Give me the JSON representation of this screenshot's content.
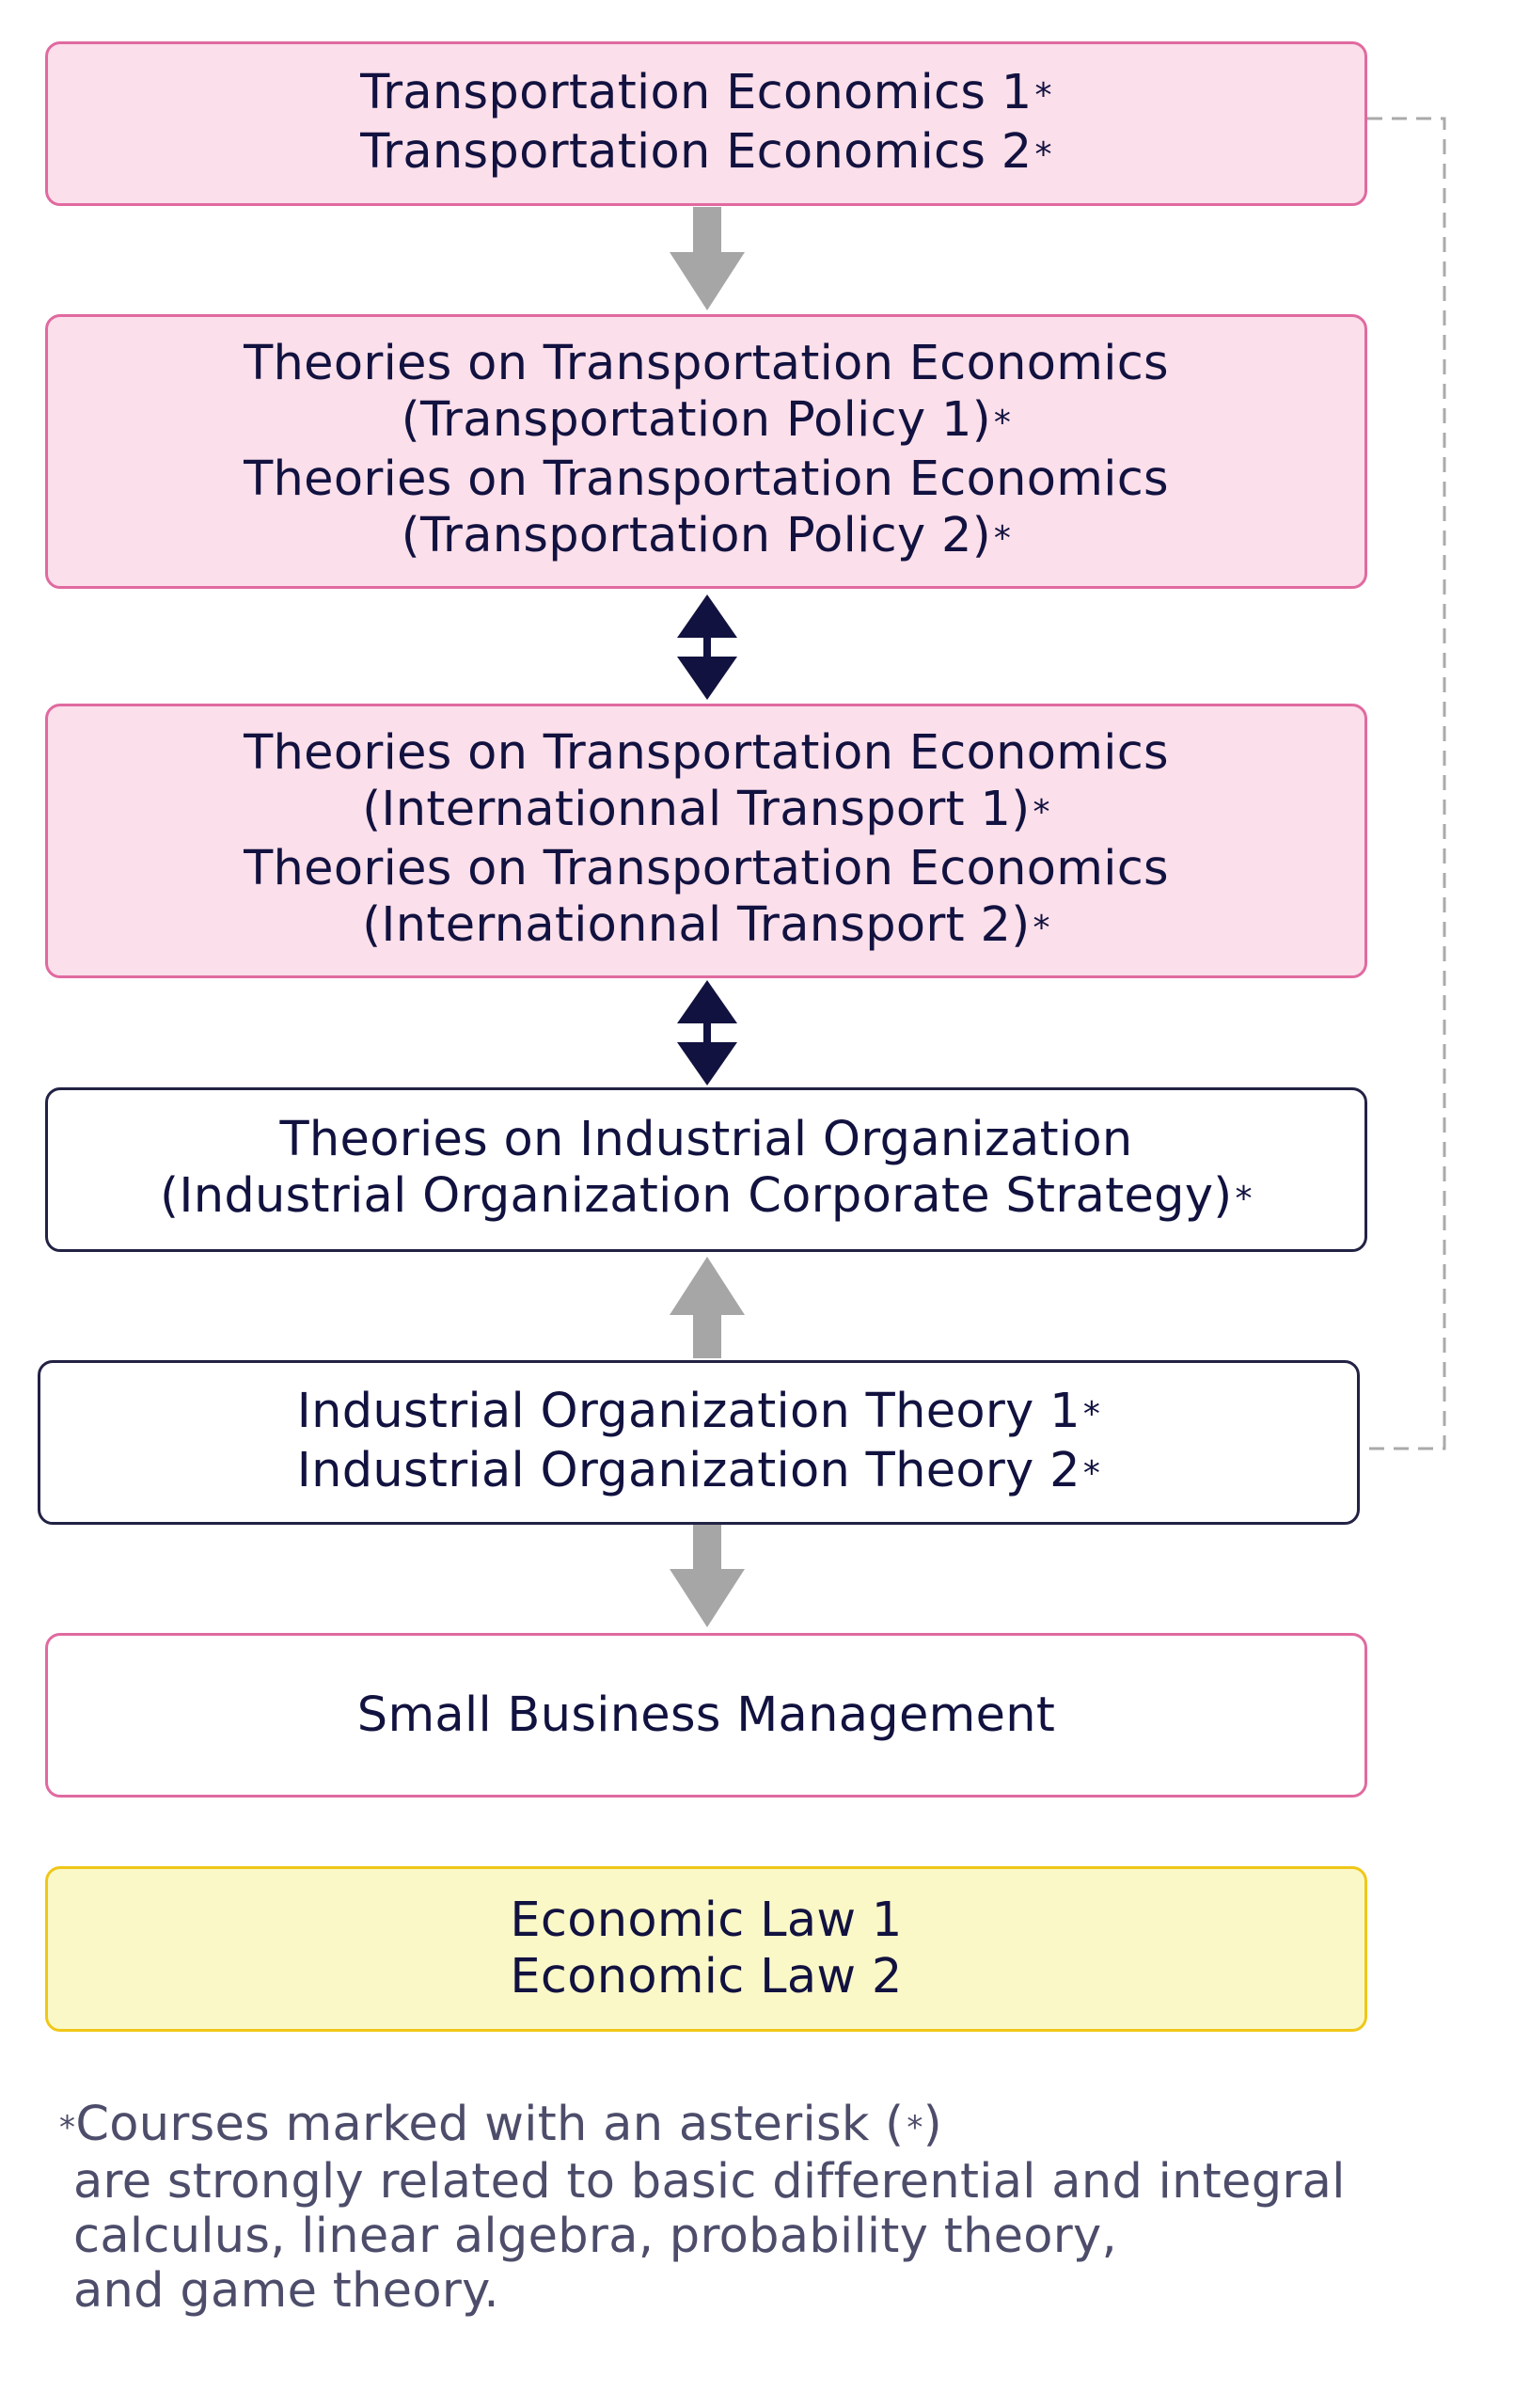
{
  "boxes": [
    {
      "id": "transportation-economics",
      "lines": [
        "Transportation Economics 1",
        "Transportation Economics 2"
      ],
      "asterisk": [
        true,
        true
      ]
    },
    {
      "id": "transportation-policy",
      "lines": [
        "Theories on Transportation Economics",
        "(Transportation Policy 1)",
        "Theories on Transportation Economics",
        "(Transportation Policy 2)"
      ],
      "asterisk": [
        false,
        true,
        false,
        true
      ]
    },
    {
      "id": "international-transport",
      "lines": [
        "Theories on Transportation Economics",
        "(Internationnal Transport 1)",
        "Theories on Transportation Economics",
        "(Internationnal Transport 2)"
      ],
      "asterisk": [
        false,
        true,
        false,
        true
      ]
    },
    {
      "id": "industrial-organization-strategy",
      "lines": [
        "Theories on Industrial Organization",
        "(Industrial Organization Corporate Strategy)"
      ],
      "asterisk": [
        false,
        true
      ]
    },
    {
      "id": "industrial-organization-theory",
      "lines": [
        "Industrial Organization Theory 1",
        "Industrial Organization Theory 2"
      ],
      "asterisk": [
        true,
        true
      ]
    },
    {
      "id": "small-business-management",
      "lines": [
        "Small Business Management"
      ],
      "asterisk": [
        false
      ]
    },
    {
      "id": "economic-law",
      "lines": [
        "Economic Law 1",
        "Economic Law 2"
      ],
      "asterisk": [
        false,
        false
      ]
    }
  ],
  "asterisk_symbol": "*",
  "footnote": {
    "lines": [
      "Courses marked with an asterisk (",
      ")",
      "are strongly related to basic differential and integral",
      "calculus, linear algebra, probability theory,",
      "and game theory."
    ]
  },
  "colors": {
    "pink_fill": "#fbdfea",
    "pink_border": "#e06aa0",
    "dark_border": "#222244",
    "yellow_fill": "#fbf8c8",
    "yellow_border": "#f0c719",
    "gray_arrow": "#a6a6a6",
    "navy_arrow": "#121240",
    "dashed_connector": "#aaaaaa",
    "text": "#121240",
    "footnote_text": "#4d4d6b"
  },
  "arrows": [
    {
      "from": "transportation-economics",
      "to": "transportation-policy",
      "style": "gray-single",
      "icon": "arrow-down-icon"
    },
    {
      "from": "transportation-policy",
      "to": "international-transport",
      "style": "navy-double",
      "icon": "double-arrow-icon"
    },
    {
      "from": "international-transport",
      "to": "industrial-organization-strategy",
      "style": "navy-double",
      "icon": "double-arrow-icon"
    },
    {
      "from": "industrial-organization-theory",
      "to": "industrial-organization-strategy",
      "style": "gray-single",
      "icon": "arrow-up-icon"
    },
    {
      "from": "industrial-organization-theory",
      "to": "small-business-management",
      "style": "gray-single",
      "icon": "arrow-down-icon"
    }
  ],
  "dashed_link": {
    "from": "transportation-economics",
    "to": "industrial-organization-theory"
  }
}
